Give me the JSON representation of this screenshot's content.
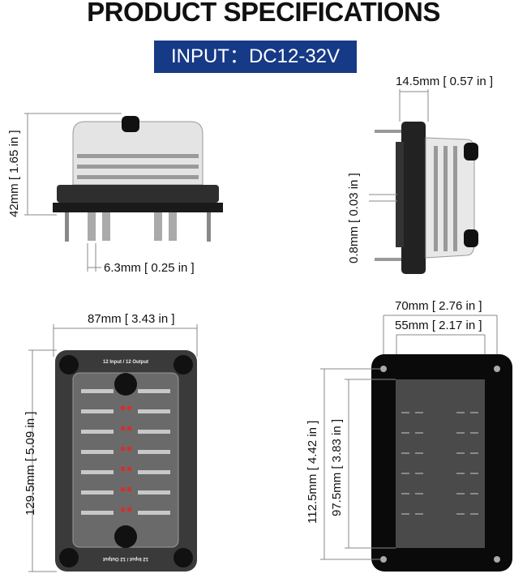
{
  "header": {
    "title": "PRODUCT SPECIFICATIONS",
    "input_banner": "INPUT：DC12-32V"
  },
  "side_view": {
    "height_dim": "42mm [ 1.65 in ]",
    "terminal_dim": "6.3mm [ 0.25 in ]"
  },
  "end_view": {
    "depth_dim": "14.5mm [ 0.57 in ]",
    "thickness_dim": "0.8mm [ 0.03 in ]"
  },
  "top_view": {
    "width_dim": "87mm [ 3.43 in ]",
    "height_dim": "129.5mm [ 5.09 in ]",
    "label_top": "12 Input / 12 Output",
    "label_bottom": "12 Input / 12 Output"
  },
  "bottom_view": {
    "outer_width_dim": "70mm [ 2.76 in ]",
    "inner_width_dim": "55mm [ 2.17 in ]",
    "outer_height_dim": "112.5mm [ 4.42 in ]",
    "inner_height_dim": "97.5mm [ 3.83 in ]"
  },
  "colors": {
    "banner": "#173a86",
    "led": "#d32f2f"
  }
}
